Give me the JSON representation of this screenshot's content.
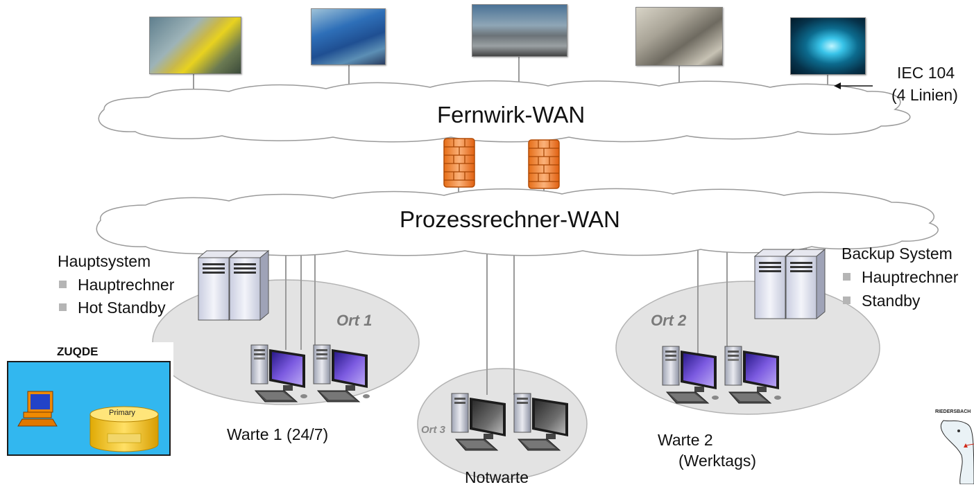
{
  "clouds": {
    "fernwirk": "Fernwirk-WAN",
    "prozess": "Prozessrechner-WAN"
  },
  "iec": {
    "line1": "IEC 104",
    "line2": "(4 Linien)"
  },
  "hauptsystem": {
    "title": "Hauptsystem",
    "items": [
      "Hauptrechner",
      "Hot Standby"
    ]
  },
  "backup": {
    "title": "Backup System",
    "items": [
      "Hauptrechner",
      "Standby"
    ]
  },
  "locations": {
    "ort1": "Ort 1",
    "ort2": "Ort 2",
    "ort3": "Ort 3"
  },
  "stations": {
    "warte1": "Warte 1 (24/7)",
    "warte2_line1": "Warte 2",
    "warte2_line2": "(Werktags)",
    "notwarte": "Notwarte"
  },
  "zuqde": {
    "title": "ZUQDE",
    "db_label": "Primary"
  },
  "map": {
    "label": "RIEDERSBACH"
  },
  "colors": {
    "cloud_fill": "#ffffff",
    "ellipse_fill": "#e3e3e3",
    "firewall": "#f08a2e",
    "zuqde_bg": "#32b7ef",
    "db_yellow": "#f4c81a",
    "monitor_screen": "#5a3bd0"
  }
}
